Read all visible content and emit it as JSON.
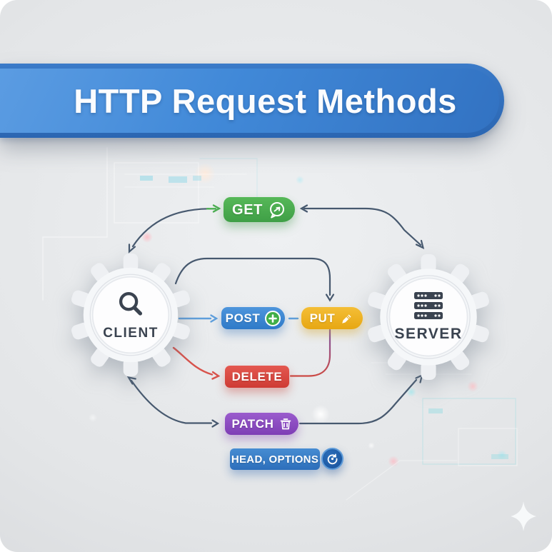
{
  "title": "HTTP Request Methods",
  "client": {
    "label": "CLIENT",
    "icon": "magnifier-icon"
  },
  "server": {
    "label": "SERVER",
    "icon": "server-stack-icon"
  },
  "methods": {
    "get": {
      "label": "GET",
      "color": "#44a84b",
      "icon": "speech-bubble-send-icon"
    },
    "post": {
      "label": "POST",
      "color": "#3a85d0",
      "icon": "plus-circle-icon"
    },
    "put": {
      "label": "PUT",
      "color": "#edb221",
      "icon": "pencil-icon"
    },
    "delete": {
      "label": "DELETE",
      "color": "#d9453e",
      "icon": "none"
    },
    "patch": {
      "label": "PATCH",
      "color": "#8a4cc0",
      "icon": "trash-icon"
    },
    "head_options": {
      "label": "HEAD, OPTIONS",
      "color": "#3579c4",
      "icon": "refresh-icon"
    }
  },
  "colors": {
    "banner_blue": "#3b7ecf",
    "arrow_navy": "#47596f",
    "arrow_light_blue": "#5f9fdc",
    "arrow_red": "#d8534c",
    "arrow_green": "#4cae52",
    "label_dark": "#3a4350"
  }
}
